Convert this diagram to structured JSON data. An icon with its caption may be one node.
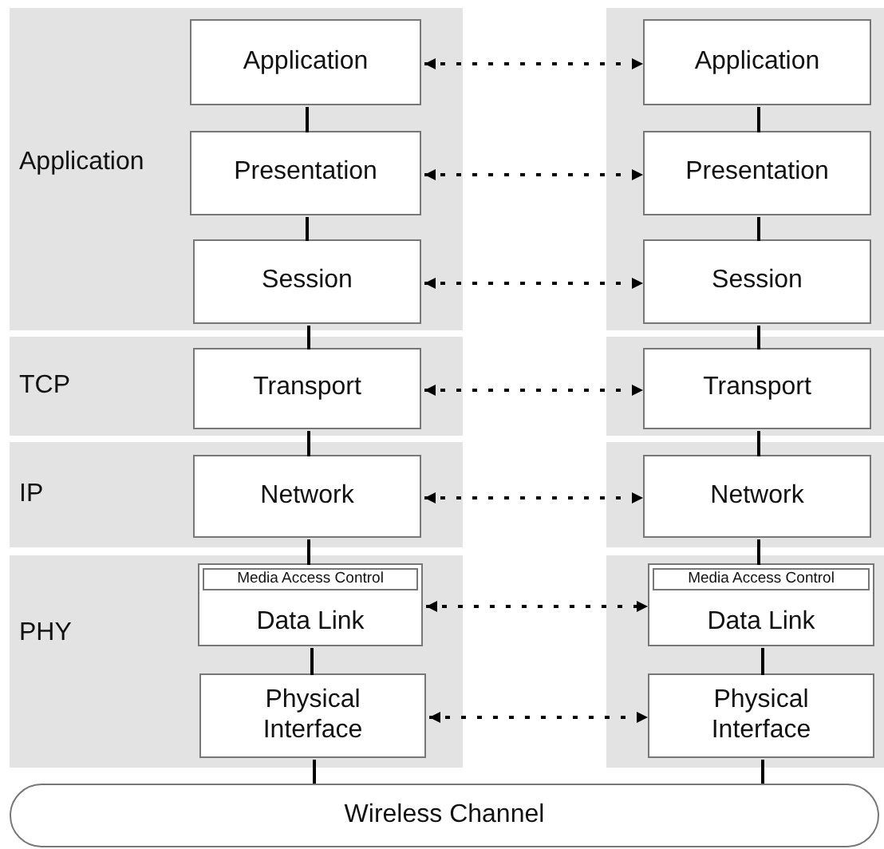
{
  "diagram": {
    "nodes": [
      {
        "text": [
          "Application"
        ]
      },
      {
        "text": [],
        "shape": "box"
      },
      {
        "text": [
          "Application"
        ],
        "in": 0
      },
      {
        "text": [
          "Application"
        ],
        "in": 1
      },
      {
        "text": [
          "Presentation"
        ],
        "in": 0
      },
      {
        "text": [
          "Presentation"
        ],
        "in": 1
      },
      {
        "text": [
          "Session"
        ],
        "in": 0
      },
      {
        "text": [
          "Session"
        ],
        "in": 1
      },
      {
        "text": [
          "TCP"
        ]
      },
      {
        "text": [],
        "shape": "box"
      },
      {
        "text": [
          "Transport"
        ],
        "in": 8
      },
      {
        "text": [
          "Transport"
        ],
        "in": 9
      },
      {
        "text": [
          "IP"
        ]
      },
      {
        "text": [],
        "shape": "box"
      },
      {
        "text": [
          "Network"
        ],
        "in": 12
      },
      {
        "text": [
          "Network"
        ],
        "in": 13
      },
      {
        "text": [
          "PHY"
        ]
      },
      {
        "text": [],
        "shape": "box"
      },
      {
        "text": [
          "Data Link"
        ],
        "in": 16
      },
      {
        "text": [
          "Media Access Control"
        ],
        "in": 18
      },
      {
        "text": [
          "Data Link"
        ],
        "in": 17
      },
      {
        "text": [
          "Media Access Control"
        ],
        "in": 20
      },
      {
        "text": [
          "Physical Interface"
        ],
        "in": 16
      },
      {
        "text": [
          "Physical Interface"
        ],
        "in": 17
      },
      {
        "text": [
          "Wireless Channel"
        ]
      }
    ],
    "edges": [
      {
        "from": 2,
        "to": 3,
        "arrow": "both",
        "style": "dashed"
      },
      {
        "from": 4,
        "to": 5,
        "arrow": "both",
        "style": "dashed"
      },
      {
        "from": 6,
        "to": 7,
        "arrow": "both",
        "style": "dashed"
      },
      {
        "from": 10,
        "to": 11,
        "arrow": "both",
        "style": "dashed"
      },
      {
        "from": 14,
        "to": 15,
        "arrow": "both",
        "style": "dashed"
      },
      {
        "from": 18,
        "to": 20,
        "arrow": "both",
        "style": "dashed"
      },
      {
        "from": 22,
        "to": 23,
        "arrow": "both",
        "style": "dashed"
      },
      {
        "from": 2,
        "to": 4,
        "arrow": "none"
      },
      {
        "from": 4,
        "to": 6,
        "arrow": "none"
      },
      {
        "from": 6,
        "to": 10,
        "arrow": "none"
      },
      {
        "from": 10,
        "to": 14,
        "arrow": "none"
      },
      {
        "from": 14,
        "to": 18,
        "arrow": "none"
      },
      {
        "from": 18,
        "to": 22,
        "arrow": "none"
      },
      {
        "from": 22,
        "to": 24,
        "arrow": "none"
      },
      {
        "from": 3,
        "to": 5,
        "arrow": "none"
      },
      {
        "from": 5,
        "to": 7,
        "arrow": "none"
      },
      {
        "from": 7,
        "to": 11,
        "arrow": "none"
      },
      {
        "from": 11,
        "to": 15,
        "arrow": "none"
      },
      {
        "from": 15,
        "to": 20,
        "arrow": "none"
      },
      {
        "from": 20,
        "to": 23,
        "arrow": "none"
      },
      {
        "from": 23,
        "to": 24,
        "arrow": "none"
      }
    ]
  }
}
